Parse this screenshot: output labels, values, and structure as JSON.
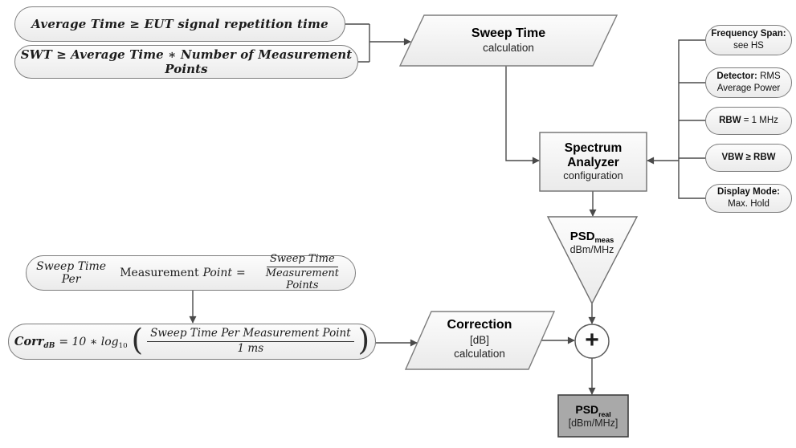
{
  "formula_boxes": {
    "avg_time": {
      "text": "Average Time ≥ EUT signal repetition time"
    },
    "swt": {
      "lead": "SWT",
      "rest": "≥ Average Time ∗ Number of Measurement Points"
    },
    "stpmp": {
      "lhs_italic1": "Sweep Time Per",
      "lhs_upright": "Measurement",
      "lhs_italic2": "Point",
      "equals": "=",
      "frac_num": "Sweep Time",
      "frac_den": "Measurement Points"
    },
    "corr": {
      "lead": "Corr",
      "lead_sub": "dB",
      "mid": "= 10 ∗ log",
      "log_sub": "10",
      "open_paren": "(",
      "frac_num": "Sweep Time Per Measurement Point",
      "frac_den": "1 ms",
      "close_paren": ")"
    }
  },
  "process_nodes": {
    "sweep_time": {
      "title": "Sweep Time",
      "subtitle": "calculation"
    },
    "spectrum_analyzer": {
      "title": "Spectrum Analyzer",
      "subtitle": "configuration"
    },
    "correction": {
      "title": "Correction",
      "line2": "[dB]",
      "line3": "calculation"
    }
  },
  "config_items": [
    {
      "bold": "Frequency Span:",
      "normal": "see HS"
    },
    {
      "bold": "Detector:",
      "normal": "RMS Average Power"
    },
    {
      "bold": "RBW",
      "normal": "= 1 MHz"
    },
    {
      "bold": "VBW ≥ RBW",
      "normal": ""
    },
    {
      "bold": "Display Mode:",
      "normal": "Max. Hold"
    }
  ],
  "outputs": {
    "psd_meas": {
      "label": "PSD",
      "sub": "meas",
      "unit": "dBm/MHz"
    },
    "plus": "+",
    "psd_real": {
      "label": "PSD",
      "sub": "real",
      "unit": "[dBm/MHz]"
    }
  },
  "colors": {
    "shape_fill_top": "#fcfcfc",
    "shape_fill_bottom": "#ebebeb",
    "shape_border": "#7d7d7d",
    "connector": "#4a4a4a",
    "psd_real_fill": "#a9a9a9",
    "psd_real_border": "#3f3f3f",
    "text": "#111111"
  }
}
